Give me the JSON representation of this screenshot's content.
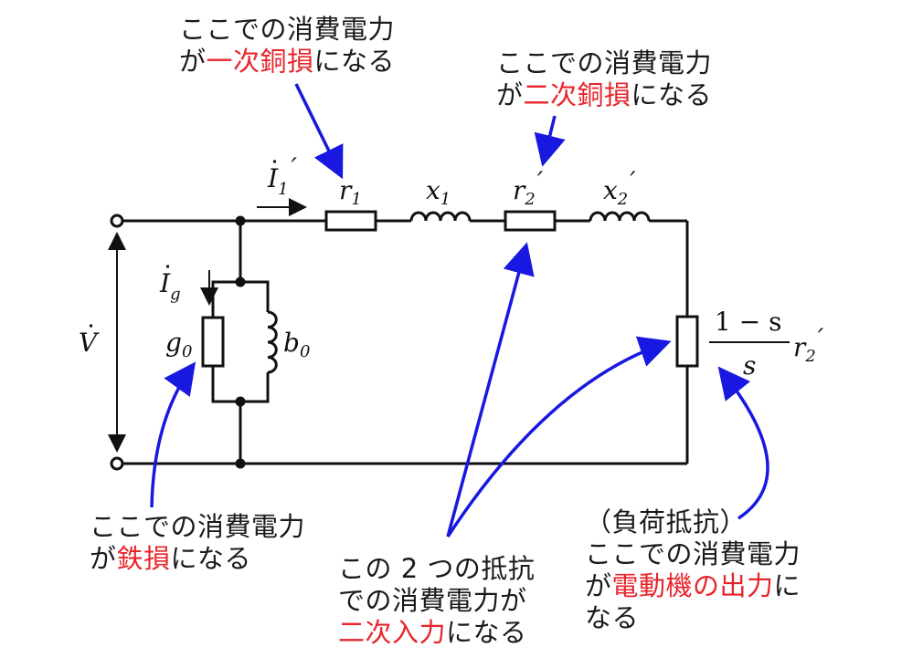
{
  "annotations": {
    "primary_copper": {
      "line1": "ここでの消費電力",
      "pre": "が",
      "hl": "一次銅損",
      "post": "になる"
    },
    "secondary_copper": {
      "line1": "ここでの消費電力",
      "pre": "が",
      "hl": "二次銅損",
      "post": "になる"
    },
    "iron_loss": {
      "line1": "ここでの消費電力",
      "pre": "が",
      "hl": "鉄損",
      "post": "になる"
    },
    "secondary_input": {
      "line1": "この 2 つの抵抗",
      "line2": "での消費電力が",
      "hl": "二次入力",
      "post": "になる"
    },
    "motor_output": {
      "line1": "（負荷抵抗）",
      "line2": "ここでの消費電力",
      "pre": "が",
      "hl": "電動機の出力",
      "post": "に",
      "line4": "なる"
    }
  },
  "labels": {
    "I1": "I",
    "I1_sub": "1",
    "I1_prime": "′",
    "Ig": "I",
    "Ig_sub": "g",
    "V": "V",
    "g0": "g",
    "g0_sub": "0",
    "b0": "b",
    "b0_sub": "0",
    "r1": "r",
    "r1_sub": "1",
    "x1": "x",
    "x1_sub": "1",
    "r2": "r",
    "r2_sub": "2",
    "r2_prime": "′",
    "x2": "x",
    "x2_sub": "2",
    "x2_prime": "′",
    "load_num": "1 − s",
    "load_den": "s",
    "load_r": "r",
    "load_r_sub": "2",
    "load_r_prime": "′"
  },
  "colors": {
    "wire": "#111111",
    "arrow": "#1818e0",
    "highlight": "#e8242b"
  }
}
